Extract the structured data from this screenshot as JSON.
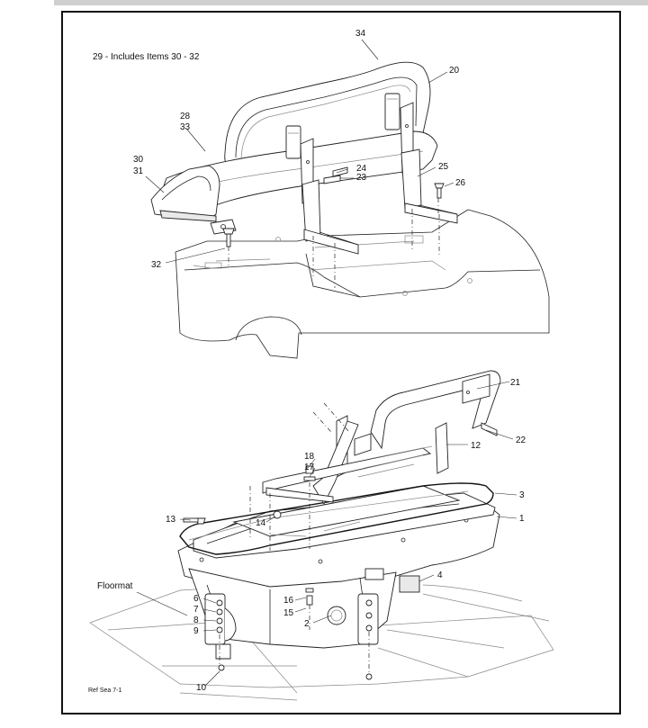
{
  "diagram": {
    "note": "29 - Includes Items 30 - 32",
    "ref": "Ref Sea 7-1",
    "callouts": {
      "c1": "1",
      "c2": "2",
      "c3": "3",
      "c4": "4",
      "c6": "6",
      "c7": "7",
      "c8": "8",
      "c9": "9",
      "c10": "10",
      "c12": "12",
      "c13": "13",
      "c14": "14",
      "c15": "15",
      "c16": "16",
      "c17": "17",
      "c18": "18",
      "c20": "20",
      "c21": "21",
      "c22": "22",
      "c23": "23",
      "c24": "24",
      "c25": "25",
      "c26": "26",
      "c28": "28",
      "c30": "30",
      "c31": "31",
      "c32": "32",
      "c33": "33",
      "c34": "34",
      "floormat": "Floormat"
    }
  }
}
